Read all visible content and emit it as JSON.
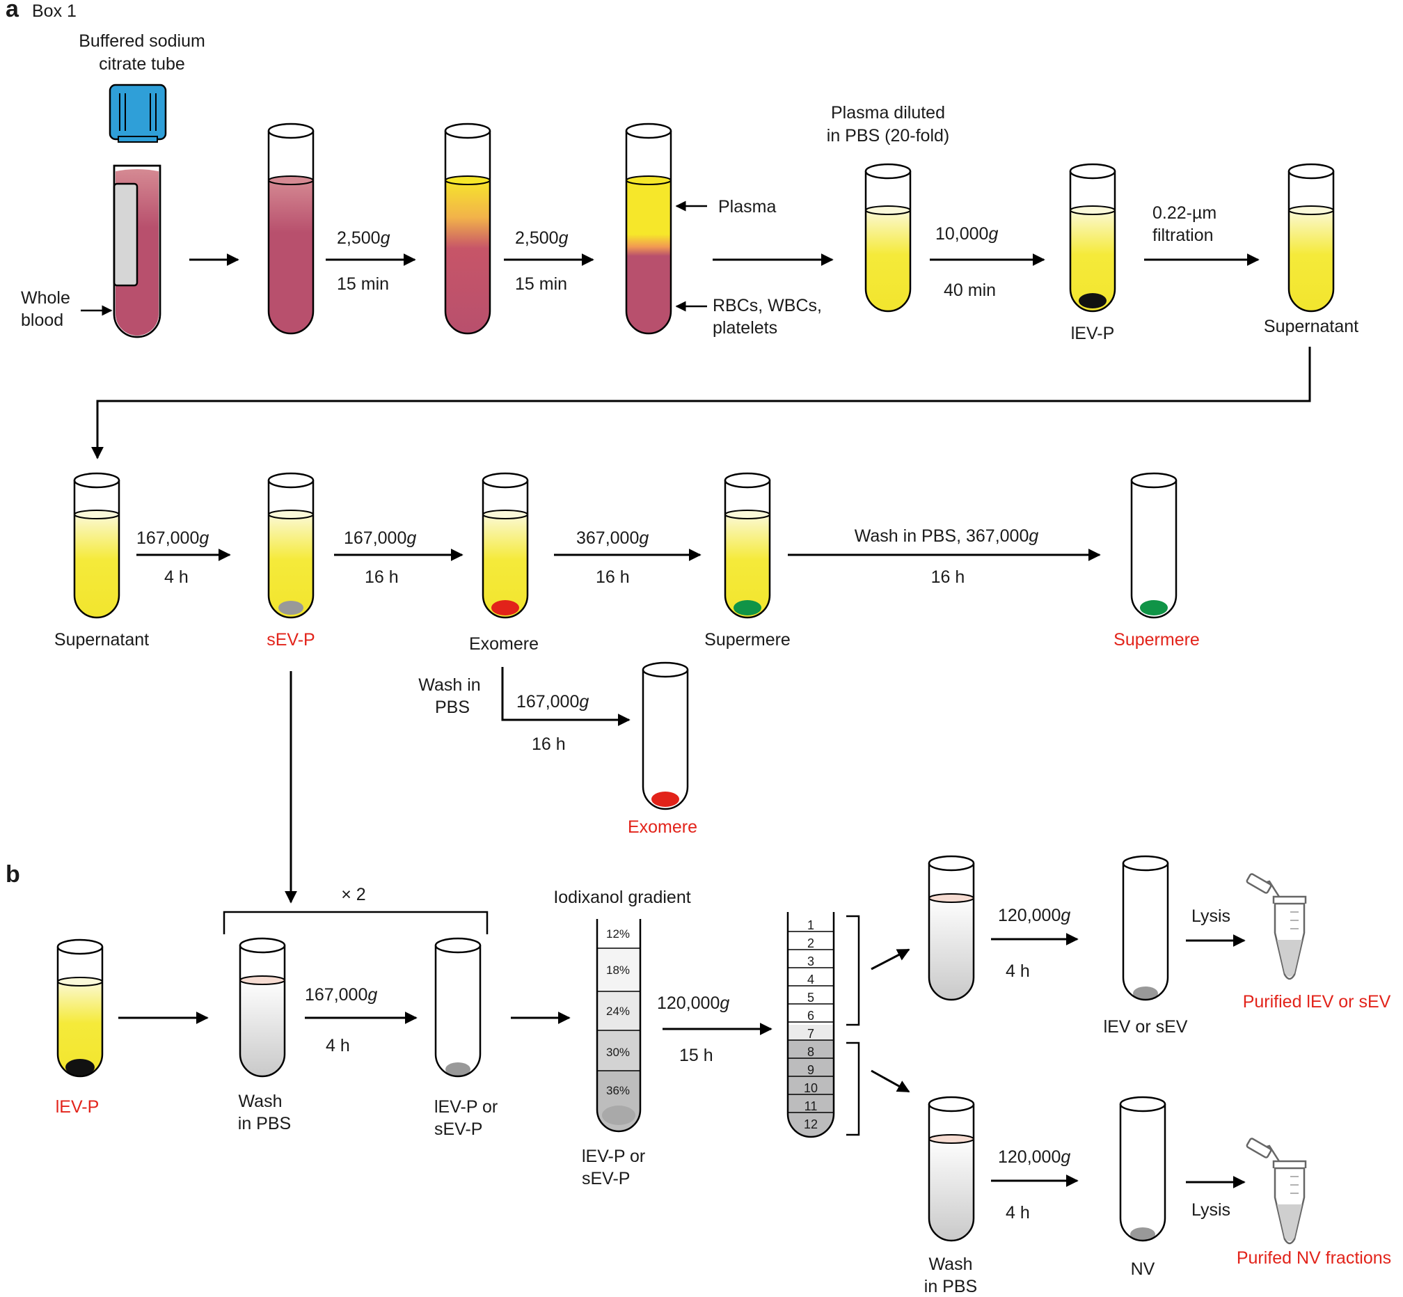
{
  "panel_a": {
    "panel_letter": "a",
    "box_label": "Box 1",
    "tube_label": "Buffered sodium citrate tube",
    "whole_blood": "Whole blood",
    "spin1": {
      "force": "2,500",
      "unit": "g",
      "time": "15 min"
    },
    "spin2": {
      "force": "2,500",
      "unit": "g",
      "time": "15 min"
    },
    "plasma": "Plasma",
    "cells": "RBCs, WBCs, platelets",
    "plasma_diluted": "Plasma diluted in PBS (20-fold)",
    "spin3": {
      "force": "10,000",
      "unit": "g",
      "time": "40 min"
    },
    "lev_p": "lEV-P",
    "filtration": "0.22-µm filtration",
    "supernatant": "Supernatant",
    "supernatant2": "Supernatant",
    "spin4": {
      "force": "167,000",
      "unit": "g",
      "time": "4 h"
    },
    "sev_p": "sEV-P",
    "spin5": {
      "force": "167,000",
      "unit": "g",
      "time": "16 h"
    },
    "exomere": "Exomere",
    "spin6": {
      "force": "367,000",
      "unit": "g",
      "time": "16 h"
    },
    "supermere": "Supermere",
    "wash_spin": {
      "prefix": "Wash in PBS, 367,000",
      "unit": "g",
      "time": "16 h"
    },
    "supermere_final": "Supermere",
    "exo_wash": "Wash in PBS",
    "spin7": {
      "force": "167,000",
      "unit": "g",
      "time": "16 h"
    },
    "exomere_final": "Exomere"
  },
  "panel_b": {
    "panel_letter": "b",
    "times2": "× 2",
    "lev_p": "lEV-P",
    "wash": "Wash in PBS",
    "spin1": {
      "force": "167,000",
      "unit": "g",
      "time": "4 h"
    },
    "pellet_label": "lEV-P or sEV-P",
    "gradient_title": "Iodixanol gradient",
    "gradient_layers": [
      "12%",
      "18%",
      "24%",
      "30%",
      "36%"
    ],
    "gradient_sample": "lEV-P or sEV-P",
    "spin2": {
      "force": "120,000",
      "unit": "g",
      "time": "15 h"
    },
    "fractions": [
      "1",
      "2",
      "3",
      "4",
      "5",
      "6",
      "7",
      "8",
      "9",
      "10",
      "11",
      "12"
    ],
    "spin_top": {
      "force": "120,000",
      "unit": "g",
      "time": "4 h"
    },
    "lysis_top": "Lysis",
    "lev_sev": "lEV or sEV",
    "purified_top": "Purified lEV or sEV",
    "wash_bottom": "Wash in PBS",
    "spin_bottom": {
      "force": "120,000",
      "unit": "g",
      "time": "4 h"
    },
    "lysis_bottom": "Lysis",
    "nv": "NV",
    "purified_bottom": "Purifed NV fractions"
  },
  "colors": {
    "blood": "#b8506d",
    "blood_top": "#d58a93",
    "plasma": "#f2e52e",
    "cap": "#2f9fd8",
    "exomere": "#e2231a",
    "supermere": "#109447",
    "pellet_gray": "#999999",
    "accent_red": "#e2231a"
  }
}
